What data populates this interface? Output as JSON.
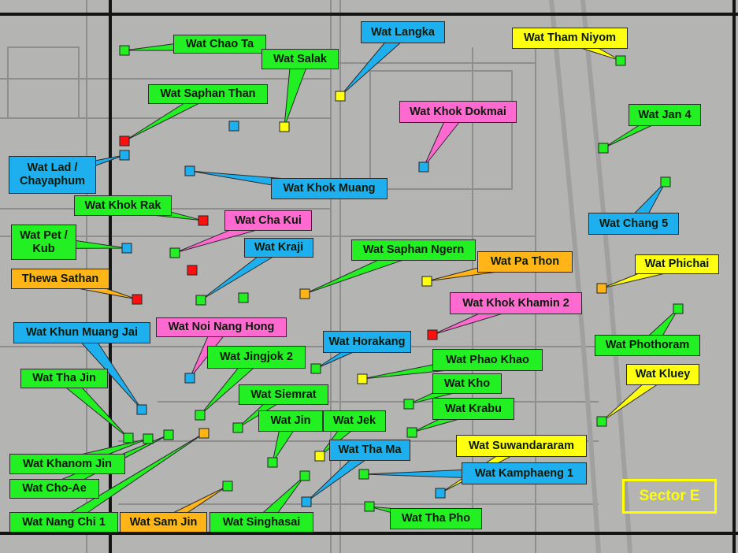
{
  "colors": {
    "green": "#22f022",
    "blue": "#1eb0ee",
    "pink": "#ff6ad0",
    "yellow": "#ffff10",
    "orange": "#ffb418",
    "red": "#ff1010"
  },
  "sector_label": "Sector E",
  "labels": [
    {
      "text": "Wat  Chao Ta",
      "type": "green"
    },
    {
      "text": "Wat  Salak",
      "type": "green"
    },
    {
      "text": "Wat Langka",
      "type": "blue"
    },
    {
      "text": "Wat Tham Niyom",
      "type": "yellow"
    },
    {
      "text": "Wat Saphan Than",
      "type": "green"
    },
    {
      "text": "Wat Khok Dokmai",
      "type": "pink"
    },
    {
      "text": "Wat Jan 4",
      "type": "green"
    },
    {
      "text": "Wat Lad /\nChayaphum",
      "type": "blue"
    },
    {
      "text": "Wat Khok Muang",
      "type": "blue"
    },
    {
      "text": "Wat Chang 5",
      "type": "blue"
    },
    {
      "text": "Wat Khok Rak",
      "type": "green"
    },
    {
      "text": "Wat Cha Kui",
      "type": "pink"
    },
    {
      "text": "Wat Pet /\nKub",
      "type": "green"
    },
    {
      "text": "Wat Kraji",
      "type": "blue"
    },
    {
      "text": "Wat Saphan Ngern",
      "type": "green"
    },
    {
      "text": "Wat  Pa Thon",
      "type": "orange"
    },
    {
      "text": "Wat Phichai",
      "type": "yellow"
    },
    {
      "text": "Thewa Sathan",
      "type": "orange"
    },
    {
      "text": "Wat Khok Khamin 2",
      "type": "pink"
    },
    {
      "text": "Wat Noi Nang Hong",
      "type": "pink"
    },
    {
      "text": "Wat Khun Muang Jai",
      "type": "blue"
    },
    {
      "text": "Wat Horakang",
      "type": "blue"
    },
    {
      "text": "Wat Phothoram",
      "type": "green"
    },
    {
      "text": "Wat  Jingjok 2",
      "type": "green"
    },
    {
      "text": "Wat  Phao Khao",
      "type": "green"
    },
    {
      "text": "Wat Kluey",
      "type": "yellow"
    },
    {
      "text": "Wat  Tha Jin",
      "type": "green"
    },
    {
      "text": "Wat  Siemrat",
      "type": "green"
    },
    {
      "text": "Wat  Kho",
      "type": "green"
    },
    {
      "text": "Wat  Krabu",
      "type": "green"
    },
    {
      "text": "Wat  Jin",
      "type": "green"
    },
    {
      "text": "Wat  Jek",
      "type": "green"
    },
    {
      "text": "Wat Suwandararam",
      "type": "yellow"
    },
    {
      "text": "Wat Tha Ma",
      "type": "blue"
    },
    {
      "text": "Wat  Kamphaeng 1",
      "type": "blue"
    },
    {
      "text": "Wat  Khanom Jin",
      "type": "green"
    },
    {
      "text": "Wat  Cho-Ae",
      "type": "green"
    },
    {
      "text": "Wat  Nang Chi 1",
      "type": "green"
    },
    {
      "text": "Wat Sam Jin",
      "type": "orange"
    },
    {
      "text": "Wat  Singhasai",
      "type": "green"
    },
    {
      "text": "Wat  Tha Pho",
      "type": "green"
    }
  ],
  "marker_types": [
    "green",
    "yellow",
    "yellow",
    "green",
    "red",
    "blue",
    "green",
    "blue",
    "blue",
    "green",
    "red",
    "green",
    "blue",
    "green",
    "orange",
    "yellow",
    "orange",
    "red",
    "red",
    "blue",
    "blue",
    "green",
    "green",
    "green",
    "yellow",
    "green",
    "green",
    "green",
    "green",
    "green",
    "green",
    "yellow",
    "blue",
    "blue",
    "green",
    "green",
    "green",
    "orange",
    "green",
    "green",
    "green",
    "blue",
    "red",
    "green",
    "red",
    "green",
    "green"
  ]
}
